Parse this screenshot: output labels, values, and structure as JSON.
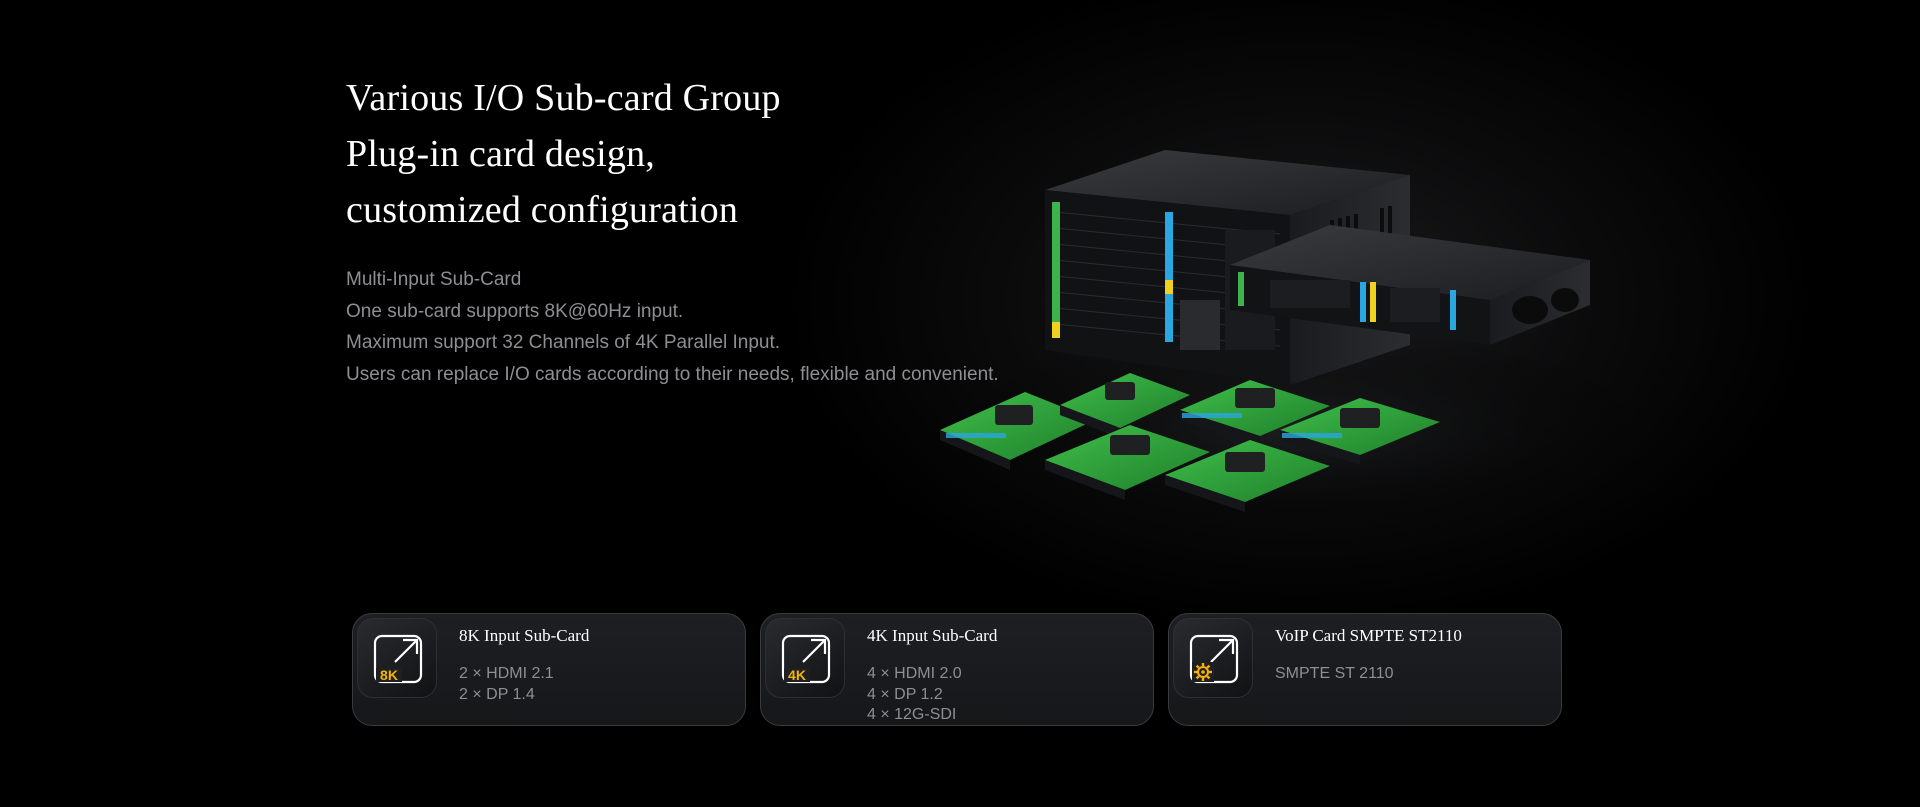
{
  "headline": {
    "line1": "Various I/O Sub-card Group",
    "line2": "Plug-in card design,",
    "line3": "customized configuration"
  },
  "description": {
    "lines": [
      "Multi-Input Sub-Card",
      "One sub-card supports 8K@60Hz input.",
      "Maximum support 32 Channels of 4K Parallel Input.",
      "Users can replace I/O cards according to their needs, flexible and convenient."
    ]
  },
  "cards": [
    {
      "title": "8K Input Sub-Card",
      "icon": "8k-input-icon",
      "badge": "8K",
      "lines": [
        "2 × HDMI 2.1",
        "2 × DP 1.4"
      ]
    },
    {
      "title": "4K Input Sub-Card",
      "icon": "4k-input-icon",
      "badge": "4K",
      "lines": [
        "4 × HDMI 2.0",
        "4 × DP 1.2",
        "4 × 12G-SDI"
      ]
    },
    {
      "title": "VoIP Card SMPTE ST2110",
      "icon": "voip-gear-icon",
      "lines": [
        "SMPTE ST 2110"
      ]
    }
  ],
  "colors": {
    "background": "#000000",
    "heading": "#ffffff",
    "body_text": "#8e8e93",
    "accent_gold": "#f5b400",
    "card_border": "#3a3b3f",
    "pcb_green": "#2f9e3a"
  }
}
